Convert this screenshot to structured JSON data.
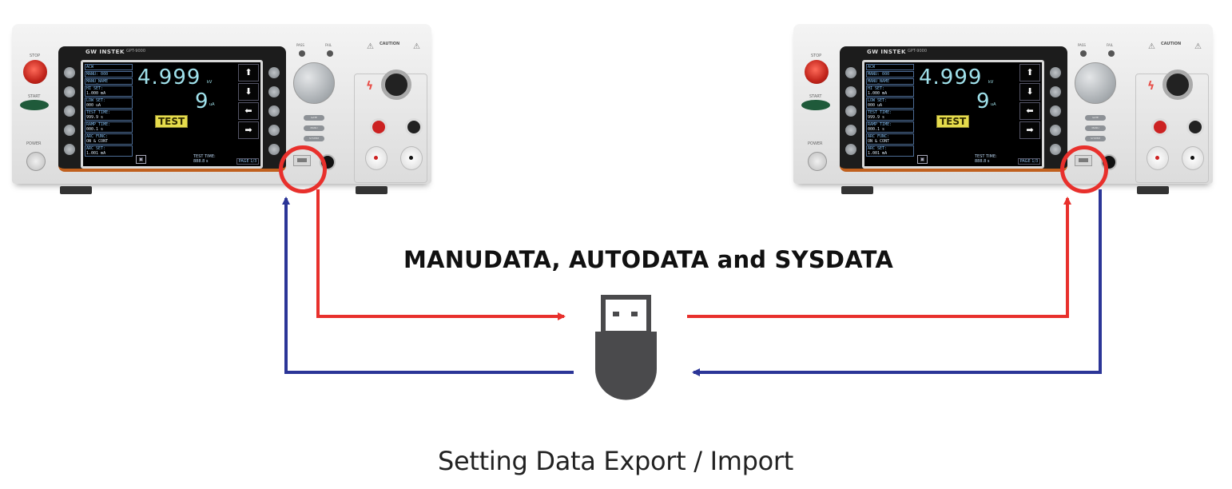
{
  "diagram": {
    "title": "MANUDATA, AUTODATA and SYSDATA",
    "caption": "Setting Data Export / Import",
    "colors": {
      "export_arrow": "#e8302c",
      "import_arrow": "#2b3597",
      "usb_drive": "#4a4a4c",
      "highlight": "#e8302c"
    },
    "usb_drive": {
      "icon": "usb-flash-drive-icon"
    }
  },
  "instruments": [
    {
      "id": "source",
      "brand": "GW INSTEK",
      "model": "GPT-9000",
      "buttons": {
        "stop": "STOP",
        "start": "START",
        "power": "POWER"
      },
      "leds": {
        "pass": "PASS",
        "fail": "FAIL"
      },
      "func_buttons": [
        "GATE",
        "MANU",
        "SYSTEM"
      ],
      "caution": "CAUTION",
      "screen": {
        "mode": "ACW",
        "params": [
          {
            "label": "MANU: 000",
            "value": ""
          },
          {
            "label": "MANU_NAME",
            "value": ""
          },
          {
            "label": "HI SET:",
            "value": "1.000 mA"
          },
          {
            "label": "LOW SET:",
            "value": "000 uA"
          },
          {
            "label": "TEST TIME:",
            "value": "999.9 s"
          },
          {
            "label": "RAMP TIME:",
            "value": "000.1 s"
          },
          {
            "label": "ARC FUNC:",
            "value": "ON & CONT"
          },
          {
            "label": "ARC SET:",
            "value": "1.001 mA"
          }
        ],
        "voltage": "4.999",
        "voltage_unit": "kV",
        "current": "9",
        "current_unit": "uA",
        "status": "TEST",
        "soft_keys": [
          "⬆",
          "⬇",
          "⬅",
          "➡"
        ],
        "page": "PAGE 1/3",
        "test_time_label": "TEST TIME:",
        "test_time_value": "888.8 s"
      }
    },
    {
      "id": "target",
      "brand": "GW INSTEK",
      "model": "GPT-9000",
      "buttons": {
        "stop": "STOP",
        "start": "START",
        "power": "POWER"
      },
      "leds": {
        "pass": "PASS",
        "fail": "FAIL"
      },
      "func_buttons": [
        "GATE",
        "MANU",
        "SYSTEM"
      ],
      "caution": "CAUTION",
      "screen": {
        "mode": "ACW",
        "params": [
          {
            "label": "MANU: 000",
            "value": ""
          },
          {
            "label": "MANU_NAME",
            "value": ""
          },
          {
            "label": "HI SET:",
            "value": "1.000 mA"
          },
          {
            "label": "LOW SET:",
            "value": "000 uA"
          },
          {
            "label": "TEST TIME:",
            "value": "999.9 s"
          },
          {
            "label": "RAMP TIME:",
            "value": "000.1 s"
          },
          {
            "label": "ARC FUNC:",
            "value": "ON & CONT"
          },
          {
            "label": "ARC SET:",
            "value": "1.001 mA"
          }
        ],
        "voltage": "4.999",
        "voltage_unit": "kV",
        "current": "9",
        "current_unit": "uA",
        "status": "TEST",
        "soft_keys": [
          "⬆",
          "⬇",
          "⬅",
          "➡"
        ],
        "page": "PAGE 1/3",
        "test_time_label": "TEST TIME:",
        "test_time_value": "888.8 s"
      }
    }
  ]
}
